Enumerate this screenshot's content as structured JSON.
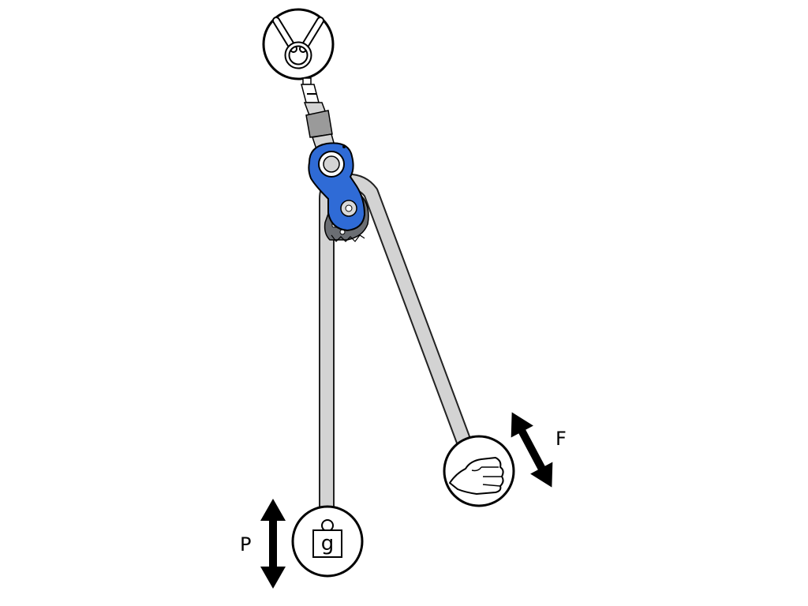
{
  "labels": {
    "load_force": "P",
    "pull_force": "F",
    "mass_symbol": "g"
  },
  "icons": {
    "anchor": "anchor-ring-icon",
    "connector": "swivel-connector-icon",
    "device": "pulley-device-icon",
    "hand": "fist-icon",
    "weight": "weight-icon",
    "arrows": "double-arrow-icon"
  },
  "colors": {
    "device_blue": "#2f6bd6",
    "cam_grey": "#6b6e73",
    "rope": "#d3d3d3",
    "outline": "#000000"
  }
}
